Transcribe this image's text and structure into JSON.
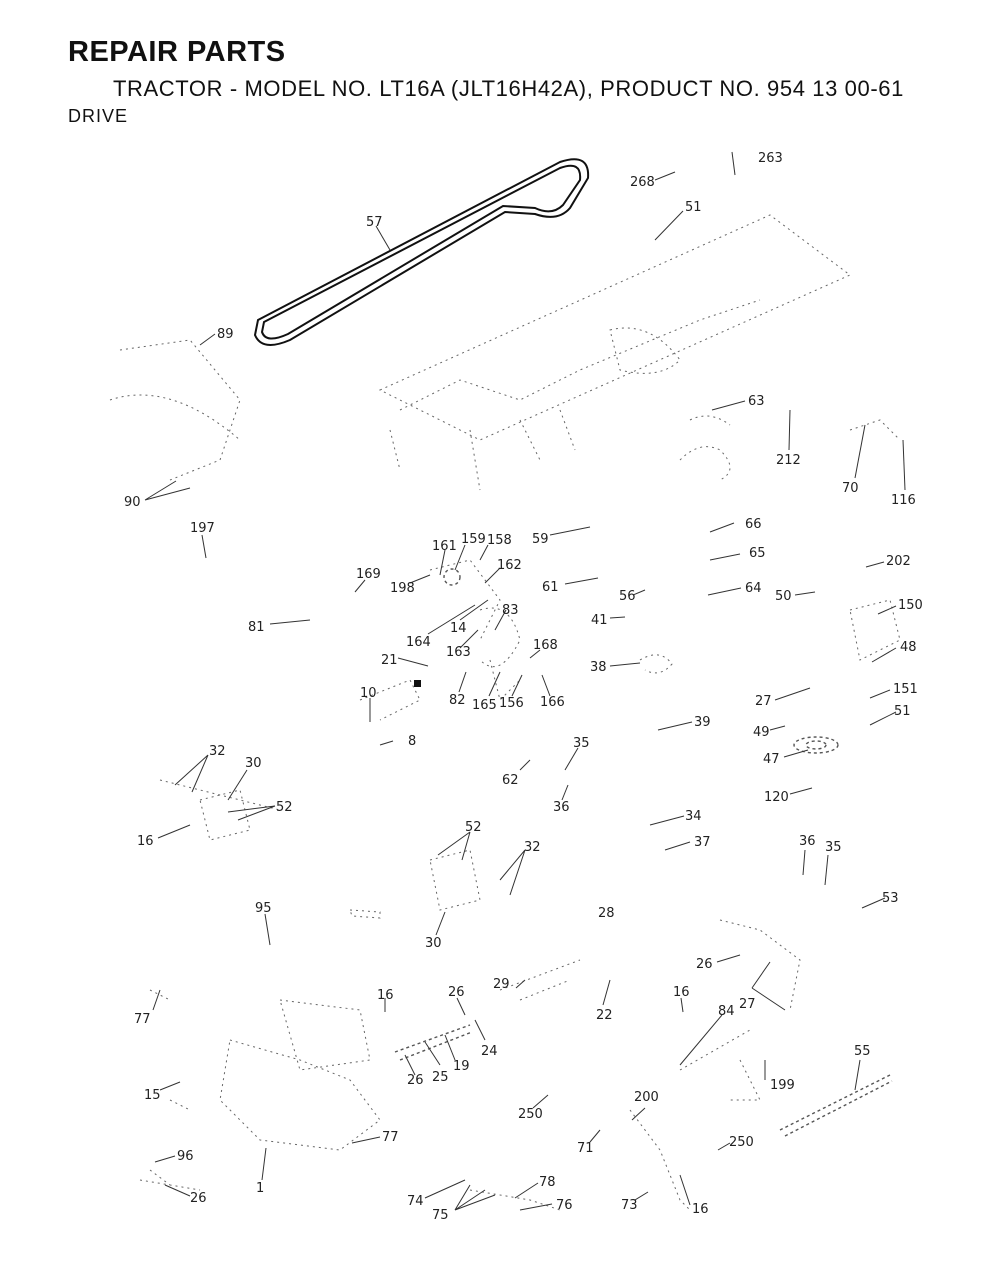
{
  "header": {
    "title": "REPAIR PARTS",
    "subtitle": "TRACTOR - MODEL NO. LT16A (JLT16H42A), PRODUCT NO. 954 13 00-61",
    "section": "DRIVE"
  },
  "callouts": [
    "263",
    "268",
    "51",
    "57",
    "89",
    "63",
    "212",
    "70",
    "116",
    "90",
    "197",
    "59",
    "161",
    "159",
    "158",
    "66",
    "65",
    "169",
    "198",
    "162",
    "61",
    "56",
    "64",
    "50",
    "202",
    "150",
    "81",
    "164",
    "14",
    "83",
    "41",
    "168",
    "163",
    "48",
    "21",
    "38",
    "151",
    "10",
    "82",
    "165",
    "156",
    "166",
    "27",
    "51",
    "8",
    "39",
    "49",
    "47",
    "32",
    "30",
    "35",
    "62",
    "52",
    "36",
    "120",
    "16",
    "34",
    "37",
    "52",
    "32",
    "36",
    "35",
    "53",
    "95",
    "28",
    "30",
    "26",
    "27",
    "77",
    "29",
    "16",
    "26",
    "16",
    "22",
    "24",
    "84",
    "55",
    "19",
    "25",
    "26",
    "199",
    "15",
    "250",
    "200",
    "77",
    "250",
    "71",
    "96",
    "26",
    "1",
    "78",
    "74",
    "75",
    "76",
    "73",
    "16"
  ]
}
